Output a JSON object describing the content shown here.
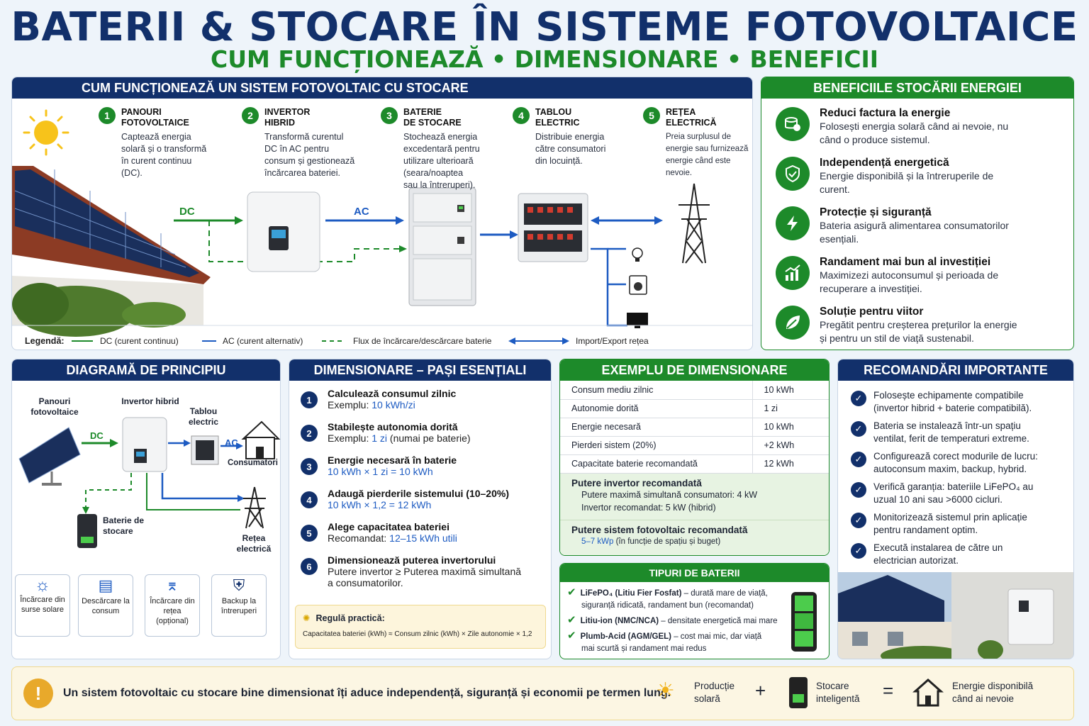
{
  "header": {
    "title": "BATERII & STOCARE ÎN SISTEME FOTOVOLTAICE",
    "subtitle": "CUM FUNCȚIONEAZĂ  •  DIMENSIONARE • BENEFICII"
  },
  "how": {
    "title": "CUM FUNCȚIONEAZĂ UN SISTEM FOTOVOLTAIC CU STOCARE",
    "steps": [
      {
        "n": "1",
        "title1": "PANOURI",
        "title2": "FOTOVOLTAICE",
        "desc": [
          "Captează energia",
          "solară și o transformă",
          "în curent continuu",
          "(DC)."
        ]
      },
      {
        "n": "2",
        "title1": "INVERTOR",
        "title2": "HIBRID",
        "desc": [
          "Transformă curentul",
          "DC în AC pentru",
          "consum și gestionează",
          "încărcarea bateriei."
        ]
      },
      {
        "n": "3",
        "title1": "BATERIE",
        "title2": "DE STOCARE",
        "desc": [
          "Stochează energia",
          "excedentară pentru",
          "utilizare ulterioară",
          "(seara/noaptea",
          "sau la întreruperi)."
        ]
      },
      {
        "n": "4",
        "title1": "TABLOU",
        "title2": "ELECTRIC",
        "desc": [
          "Distribuie energia",
          "către consumatori",
          "din locuință."
        ]
      },
      {
        "n": "5",
        "title1": "REȚEA",
        "title2": "ELECTRICĂ",
        "desc": [
          "Preia surplusul de",
          "energie sau furnizează",
          "energie când este",
          "nevoie."
        ]
      }
    ],
    "dc_label": "DC",
    "ac_label": "AC",
    "legend": {
      "title": "Legendă:",
      "dc": "DC (curent continuu)",
      "ac": "AC (curent alternativ)",
      "flow": "Flux de încărcare/descărcare baterie",
      "grid": "Import/Export rețea"
    }
  },
  "benefits": {
    "title": "BENEFICIILE STOCĂRII ENERGIEI",
    "items": [
      {
        "icon": "money-icon",
        "title": "Reduci factura la energie",
        "desc": [
          "Folosești energia solară când ai nevoie, nu",
          "când o produce sistemul."
        ]
      },
      {
        "icon": "shield-check-icon",
        "title": "Independență energetică",
        "desc": [
          "Energie disponibilă și la întreruperile de",
          "curent."
        ]
      },
      {
        "icon": "lightning-icon",
        "title": "Protecție și siguranță",
        "desc": [
          "Bateria asigură alimentarea consumatorilor",
          "esențiali."
        ]
      },
      {
        "icon": "growth-chart-icon",
        "title": "Randament mai bun al investiției",
        "desc": [
          "Maximizezi autoconsumul și perioada de",
          "recuperare a investiției."
        ]
      },
      {
        "icon": "leaf-icon",
        "title": "Soluție pentru viitor",
        "desc": [
          "Pregătit pentru creșterea prețurilor la energie",
          "și pentru un stil de viață sustenabil."
        ]
      }
    ]
  },
  "diagram": {
    "title": "DIAGRAMĂ DE PRINCIPIU",
    "panels": "Panouri fotovoltaice",
    "inverter": "Invertor hibrid",
    "board": "Tablou electric",
    "consumers": "Consumatori",
    "battery": "Baterie de stocare",
    "grid": "Rețea electrică",
    "dc": "DC",
    "ac": "AC",
    "cards": [
      {
        "icon": "sun-icon",
        "label": "Încărcare din surse solare"
      },
      {
        "icon": "battery-consume-icon",
        "label": "Descărcare la consum"
      },
      {
        "icon": "pylon-icon",
        "label": "Încărcare din rețea (opțional)"
      },
      {
        "icon": "shield-bolt-icon",
        "label": "Backup la întreruperi"
      }
    ]
  },
  "sizing": {
    "title": "DIMENSIONARE – PAȘI ESENȚIALI",
    "steps": [
      {
        "n": "1",
        "title": "Calculează consumul zilnic",
        "pre": "Exemplu: ",
        "hl": "10 kWh/zi",
        "post": ""
      },
      {
        "n": "2",
        "title": "Stabilește autonomia dorită",
        "pre": "Exemplu: ",
        "hl": "1 zi",
        "post": " (numai pe baterie)"
      },
      {
        "n": "3",
        "title": "Energie necesară în baterie",
        "pre": "",
        "hl": "10 kWh × 1 zi = 10 kWh",
        "post": ""
      },
      {
        "n": "4",
        "title": "Adaugă pierderile sistemului (10–20%)",
        "pre": "",
        "hl": "10 kWh × 1,2 = 12 kWh",
        "post": ""
      },
      {
        "n": "5",
        "title": "Alege capacitatea bateriei",
        "pre": "Recomandat: ",
        "hl": "12–15 kWh utili",
        "post": ""
      },
      {
        "n": "6",
        "title": "Dimensionează puterea invertorului",
        "pre": "Putere invertor ≥ Puterea maximă simultană",
        "hl": "",
        "post": "a consumatorilor."
      }
    ],
    "rule_title": "Regulă practică:",
    "rule_text": "Capacitatea bateriei (kWh) ≈ Consum zilnic (kWh) × Zile autonomie × 1,2"
  },
  "example": {
    "title": "EXEMPLU DE DIMENSIONARE",
    "rows": [
      {
        "k": "Consum mediu zilnic",
        "v": "10 kWh"
      },
      {
        "k": "Autonomie dorită",
        "v": "1 zi"
      },
      {
        "k": "Energie necesară",
        "v": "10 kWh"
      },
      {
        "k": "Pierderi sistem (20%)",
        "v": "+2 kWh"
      },
      {
        "k": "Capacitate baterie recomandată",
        "v": "12 kWh"
      }
    ],
    "inv_title": "Putere invertor recomandată",
    "inv_line1": "Putere maximă simultană consumatori: 4 kW",
    "inv_line2": "Invertor recomandat: 5 kW (hibrid)",
    "pv_title": "Putere sistem fotovoltaic recomandată",
    "pv_hl": "5–7 kWp",
    "pv_post": " (în funcție de spațiu și buget)"
  },
  "types": {
    "title": "TIPURI DE BATERII",
    "items": [
      {
        "name": "LiFePO₄ (Litiu Fier Fosfat)",
        "desc": " – durată mare de viață,",
        "desc2": "siguranță ridicată, randament bun (recomandat)"
      },
      {
        "name": "Litiu-ion (NMC/NCA)",
        "desc": " – densitate energetică mai mare",
        "desc2": ""
      },
      {
        "name": "Plumb-Acid (AGM/GEL)",
        "desc": " – cost mai mic, dar viață",
        "desc2": "mai scurtă și randament mai redus"
      }
    ]
  },
  "recs": {
    "title": "RECOMANDĂRI IMPORTANTE",
    "items": [
      [
        "Folosește echipamente compatibile",
        "(invertor hibrid + baterie compatibilă)."
      ],
      [
        "Bateria se instalează într-un spațiu",
        "ventilat, ferit de temperaturi extreme."
      ],
      [
        "Configurează corect modurile de lucru:",
        "autoconsum maxim, backup, hybrid."
      ],
      [
        "Verifică garanția: bateriile LiFePO₄ au",
        "uzual 10 ani sau >6000 cicluri."
      ],
      [
        "Monitorizează sistemul prin aplicație",
        "pentru randament optim."
      ],
      [
        "Execută instalarea de către un",
        "electrician autorizat."
      ]
    ]
  },
  "footer": {
    "text": "Un sistem fotovoltaic cu stocare bine dimensionat îți aduce independență, siguranță și economii pe termen lung.",
    "prod": [
      "Producție",
      "solară"
    ],
    "stor": [
      "Stocare",
      "inteligentă"
    ],
    "energy": [
      "Energie disponibilă",
      "când ai nevoie"
    ]
  },
  "colors": {
    "navy": "#12306b",
    "green": "#1d8a2a",
    "blue": "#1d5bc2"
  }
}
